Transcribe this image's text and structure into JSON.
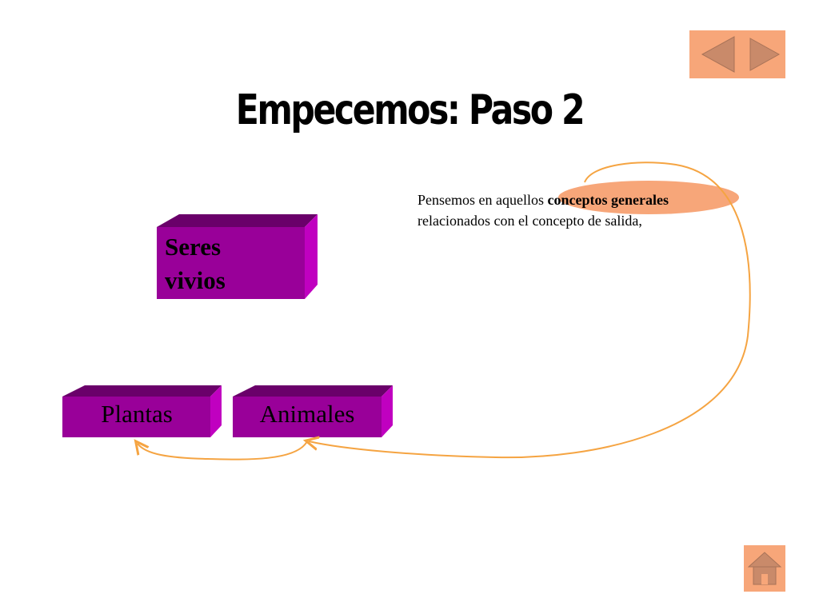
{
  "slide": {
    "title": "Empecemos: Paso 2",
    "text_before": "Pensemos en aquellos ",
    "text_bold": "conceptos generales",
    "text_line2": "relacionados con el concepto de salida,"
  },
  "boxes": {
    "seres": {
      "line1": "Seres",
      "line2": "vivios"
    },
    "plantas": "Plantas",
    "animales": "Animales"
  },
  "colors": {
    "box_front": "#990099",
    "box_top": "#6a006a",
    "box_side": "#c000c0",
    "button": "#f7a679",
    "arrow": "#f5a442"
  },
  "icons": {
    "nav_prev": "triangle-left-icon",
    "nav_next": "triangle-right-icon",
    "home": "home-icon"
  }
}
